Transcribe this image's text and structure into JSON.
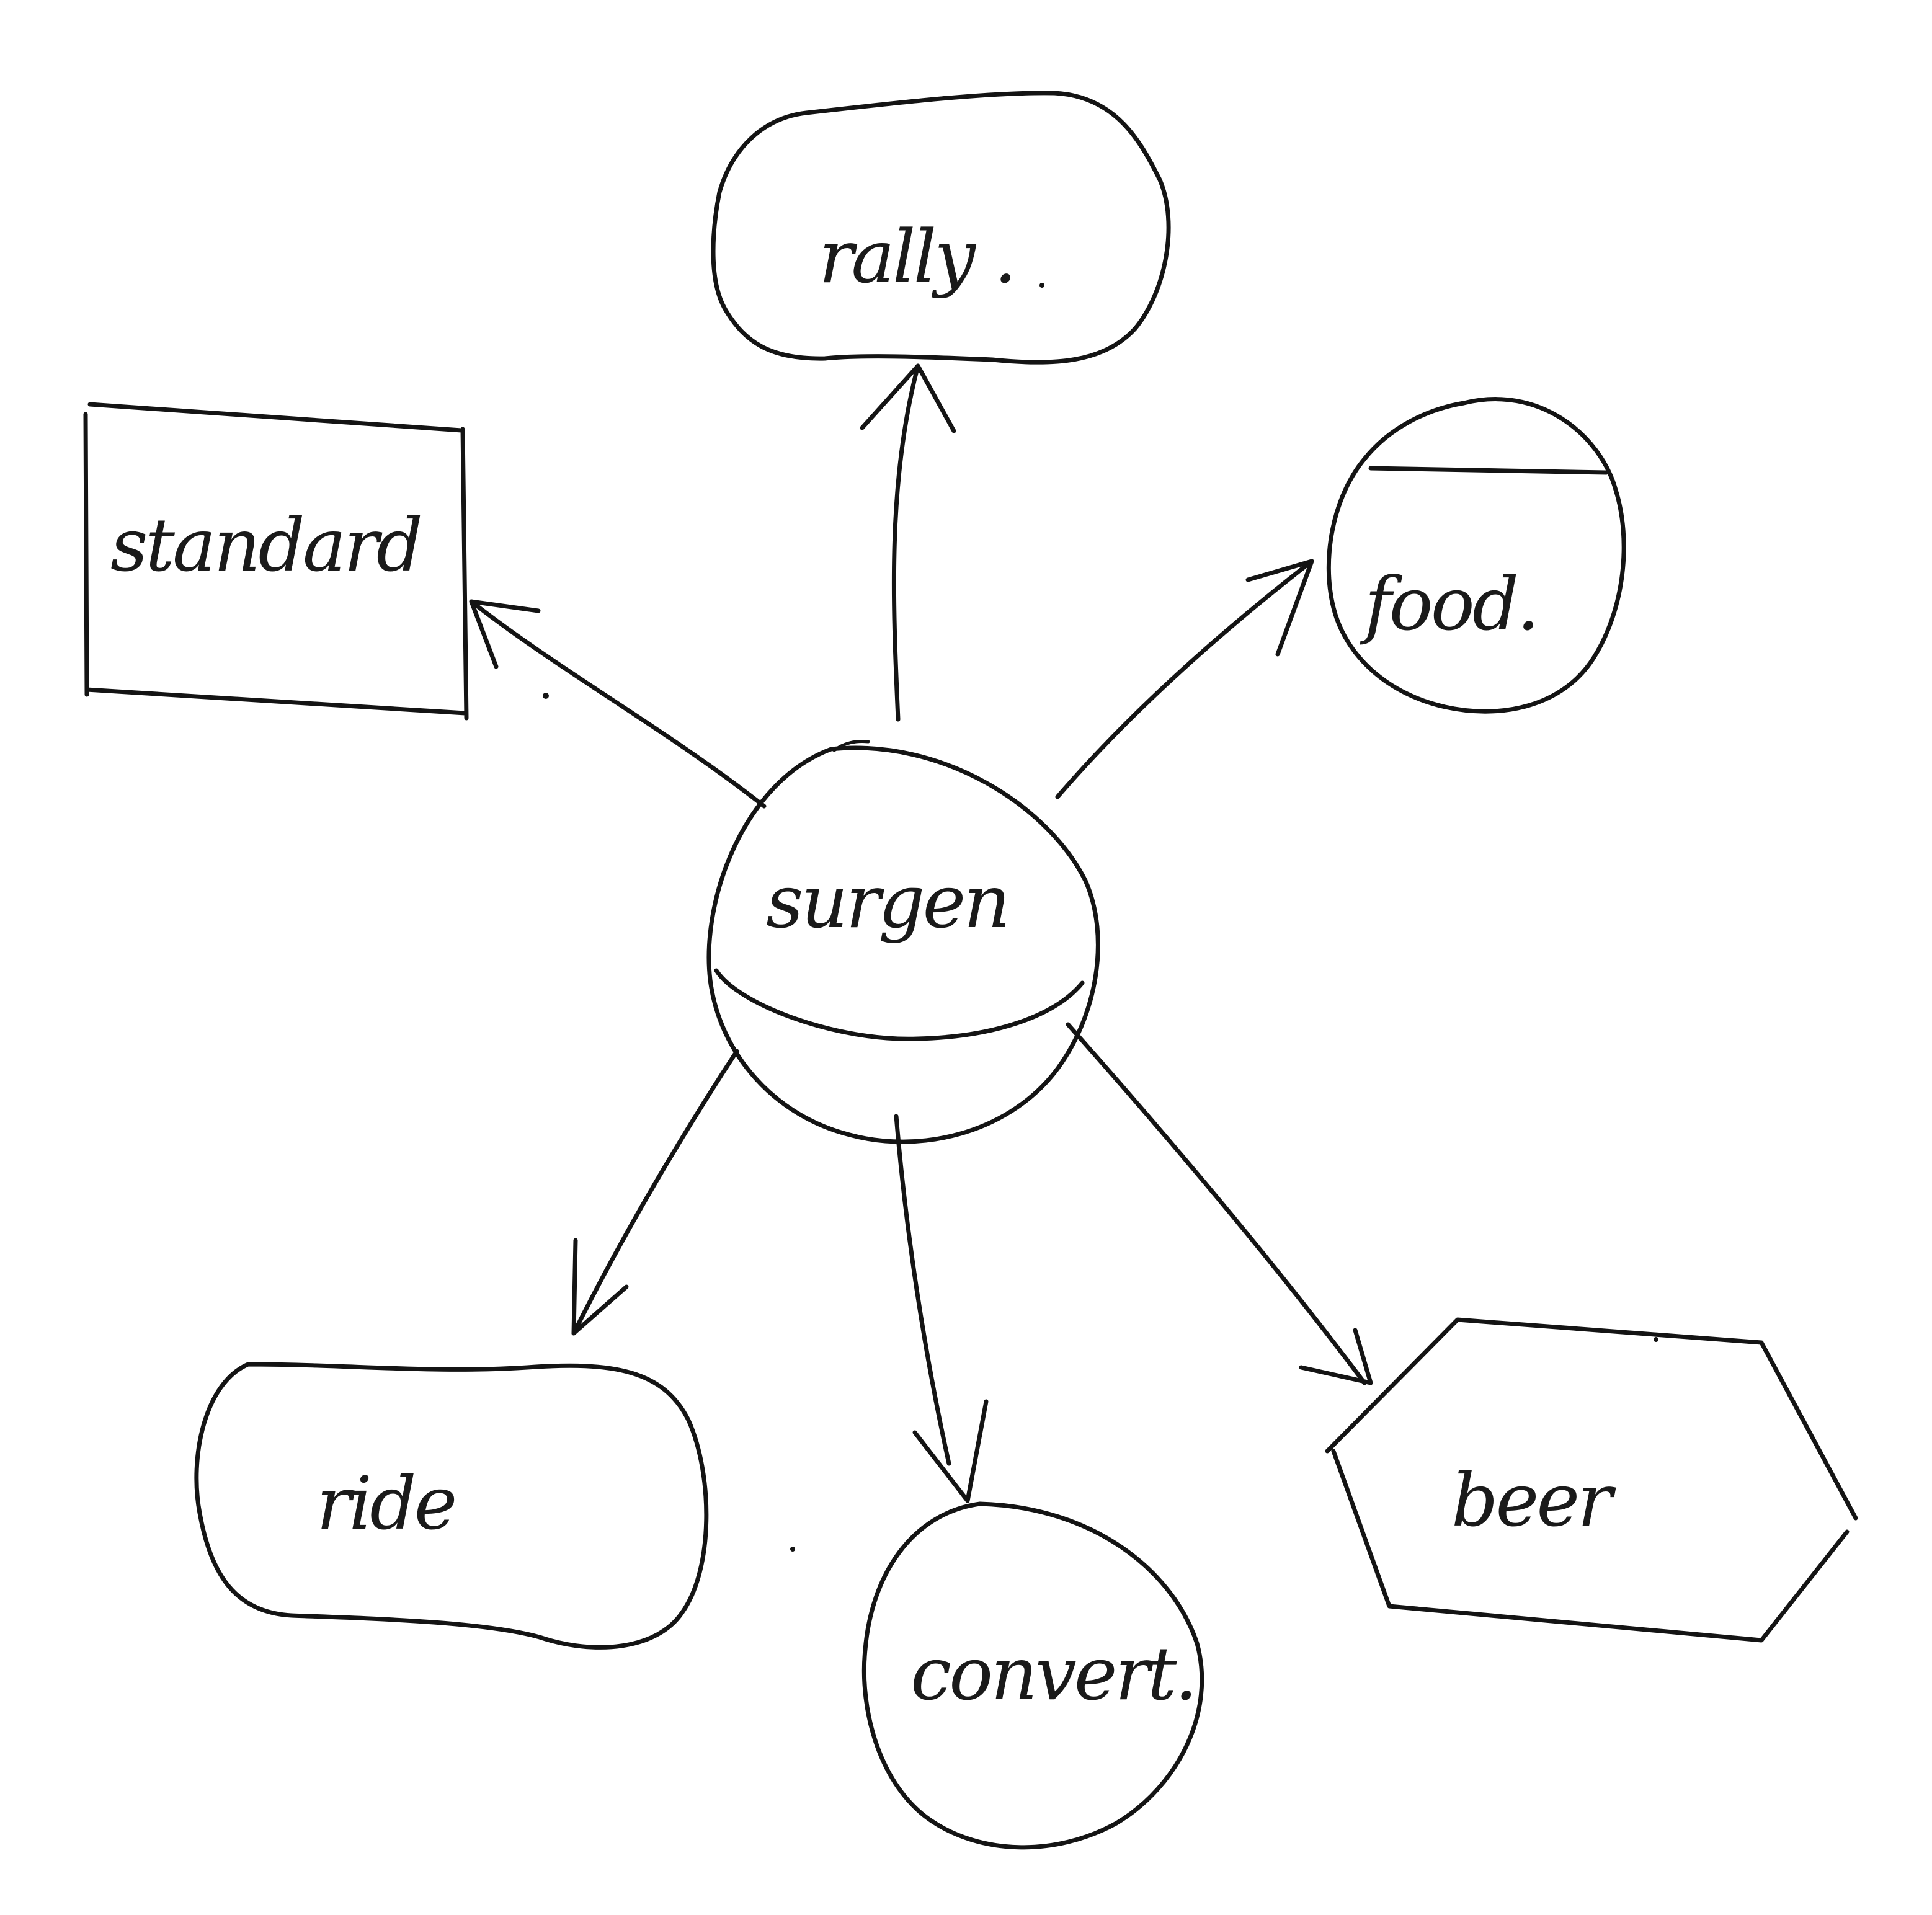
{
  "diagram": {
    "center": {
      "label": "surgen"
    },
    "nodes": [
      {
        "id": "rally",
        "label": "rally .",
        "shape": "rounded-rectangle"
      },
      {
        "id": "standard",
        "label": "standard",
        "shape": "rectangle"
      },
      {
        "id": "food",
        "label": "food.",
        "shape": "circle-with-chord"
      },
      {
        "id": "ride",
        "label": "ride",
        "shape": "blob"
      },
      {
        "id": "convert",
        "label": "convert.",
        "shape": "circle"
      },
      {
        "id": "beer",
        "label": "beer",
        "shape": "hexagon"
      }
    ],
    "edges": [
      {
        "from": "surgen",
        "to": "rally"
      },
      {
        "from": "surgen",
        "to": "standard"
      },
      {
        "from": "surgen",
        "to": "food"
      },
      {
        "from": "surgen",
        "to": "ride"
      },
      {
        "from": "surgen",
        "to": "convert"
      },
      {
        "from": "surgen",
        "to": "beer"
      }
    ]
  }
}
